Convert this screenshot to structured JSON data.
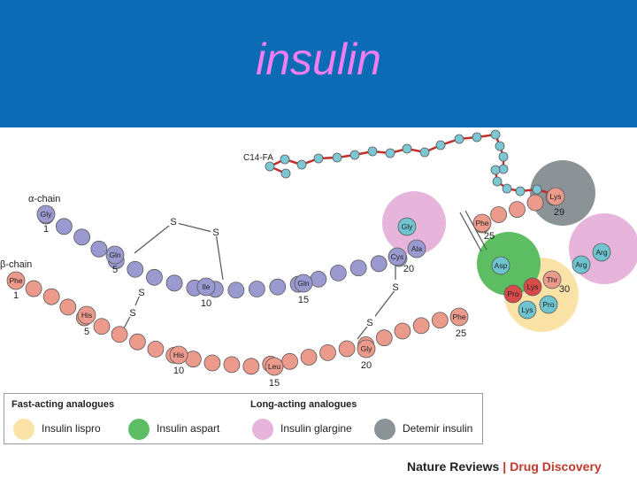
{
  "title": "insulin",
  "colors": {
    "header_bg": "#0b6bb5",
    "alpha_residue": "#9a9ad0",
    "beta_residue": "#eb9a8c",
    "fa_bead": "#7cc7d4",
    "fa_link": "#c0302a",
    "highlight_residue": "#6fc4cf",
    "pro_residue": "#d94a4a",
    "lispro": "#fbe3a8",
    "aspart": "#5cbd62",
    "glargine": "#e7b4dc",
    "detemir": "#8c9397"
  },
  "labels": {
    "alpha_chain": "α-chain",
    "beta_chain": "β-chain",
    "c14_fa": "C14-FA",
    "sulfur": "S"
  },
  "alpha_residues": [
    {
      "name": "Gly",
      "num": "1"
    },
    {
      "name": "Gln",
      "num": "5"
    },
    {
      "name": "Ile",
      "num": "10"
    },
    {
      "name": "Gln",
      "num": "15"
    },
    {
      "name": "Cys",
      "num": "20"
    },
    {
      "name": "Ala",
      "num": ""
    }
  ],
  "beta_residues": [
    {
      "name": "Phe",
      "num": "1"
    },
    {
      "name": "His",
      "num": "5"
    },
    {
      "name": "His",
      "num": "10"
    },
    {
      "name": "Leu",
      "num": "15"
    },
    {
      "name": "Gly",
      "num": "20"
    },
    {
      "name": "Phe",
      "num": "25"
    },
    {
      "name": "Phe",
      "num": "25"
    },
    {
      "name": "Lys",
      "num": "29"
    },
    {
      "name": "Thr",
      "num": "30"
    }
  ],
  "variant_residues": [
    {
      "name": "Gly"
    },
    {
      "name": "Asp"
    },
    {
      "name": "Pro"
    },
    {
      "name": "Lys"
    },
    {
      "name": "Lys"
    },
    {
      "name": "Pro"
    },
    {
      "name": "Arg"
    },
    {
      "name": "Arg"
    }
  ],
  "legend": {
    "fast_heading": "Fast-acting analogues",
    "long_heading": "Long-acting analogues",
    "items": [
      {
        "label": "Insulin lispro"
      },
      {
        "label": "Insulin aspart"
      },
      {
        "label": "Insulin glargine"
      },
      {
        "label": "Detemir insulin"
      }
    ]
  },
  "footer": {
    "publisher": "Nature Reviews",
    "separator": "|",
    "journal": "Drug Discovery"
  }
}
